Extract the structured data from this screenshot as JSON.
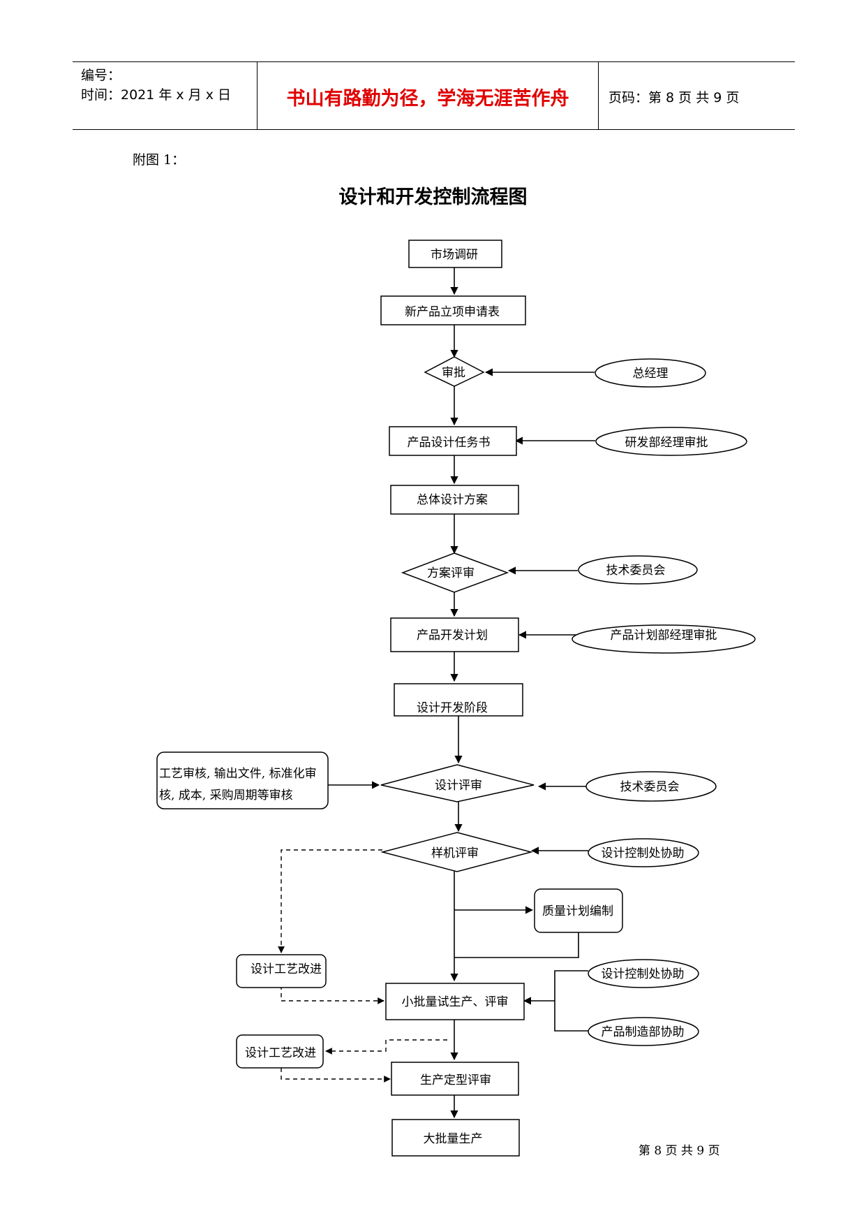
{
  "header": {
    "number_label": "编号：",
    "time_label": "时间：2021 年 x 月 x 日",
    "motto": "书山有路勤为径，学海无涯苦作舟",
    "page_info": "页码：第 8 页 共 9 页"
  },
  "figure_label": "附图 1：",
  "title": "设计和开发控制流程图",
  "nodes": {
    "market_research": "市场调研",
    "new_product_form": "新产品立项申请表",
    "approval": "审批",
    "general_manager": "总经理",
    "design_task": "产品设计任务书",
    "rd_manager_approval": "研发部经理审批",
    "overall_design": "总体设计方案",
    "scheme_review": "方案评审",
    "tech_committee_1": "技术委员会",
    "dev_plan": "产品开发计划",
    "plan_manager_approval": "产品计划部经理审批",
    "design_stage": "设计开发阶段",
    "process_review_line1": "工艺审核, 输出文件, 标准化审",
    "process_review_line2": "核, 成本, 采购周期等审核",
    "design_review": "设计评审",
    "tech_committee_2": "技术委员会",
    "sample_review": "样机评审",
    "design_control_assist_1": "设计控制处协助",
    "quality_plan": "质量计划编制",
    "process_improve_1": "设计工艺改进",
    "small_batch": "小批量试生产、评审",
    "design_control_assist_2": "设计控制处协助",
    "manufacturing_assist": "产品制造部协助",
    "process_improve_2": "设计工艺改进",
    "final_review": "生产定型评审",
    "mass_production": "大批量生产"
  },
  "footer": "第 8 页 共 9 页"
}
